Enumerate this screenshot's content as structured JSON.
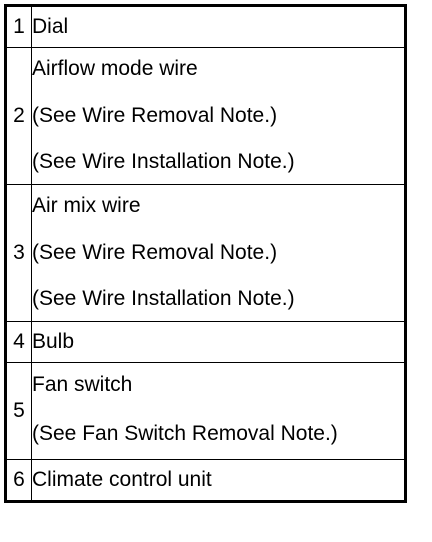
{
  "legend": {
    "rows": [
      {
        "number": "1",
        "lines": [
          "Dial"
        ]
      },
      {
        "number": "2",
        "lines": [
          "Airflow mode wire",
          "(See Wire Removal Note.)",
          "(See Wire Installation Note.)"
        ]
      },
      {
        "number": "3",
        "lines": [
          "Air mix wire",
          "(See Wire Removal Note.)",
          "(See Wire Installation Note.)"
        ]
      },
      {
        "number": "4",
        "lines": [
          "Bulb"
        ]
      },
      {
        "number": "5",
        "lines": [
          "Fan switch",
          "(See Fan Switch Removal Note.)"
        ]
      },
      {
        "number": "6",
        "lines": [
          "Climate control unit"
        ]
      }
    ]
  }
}
